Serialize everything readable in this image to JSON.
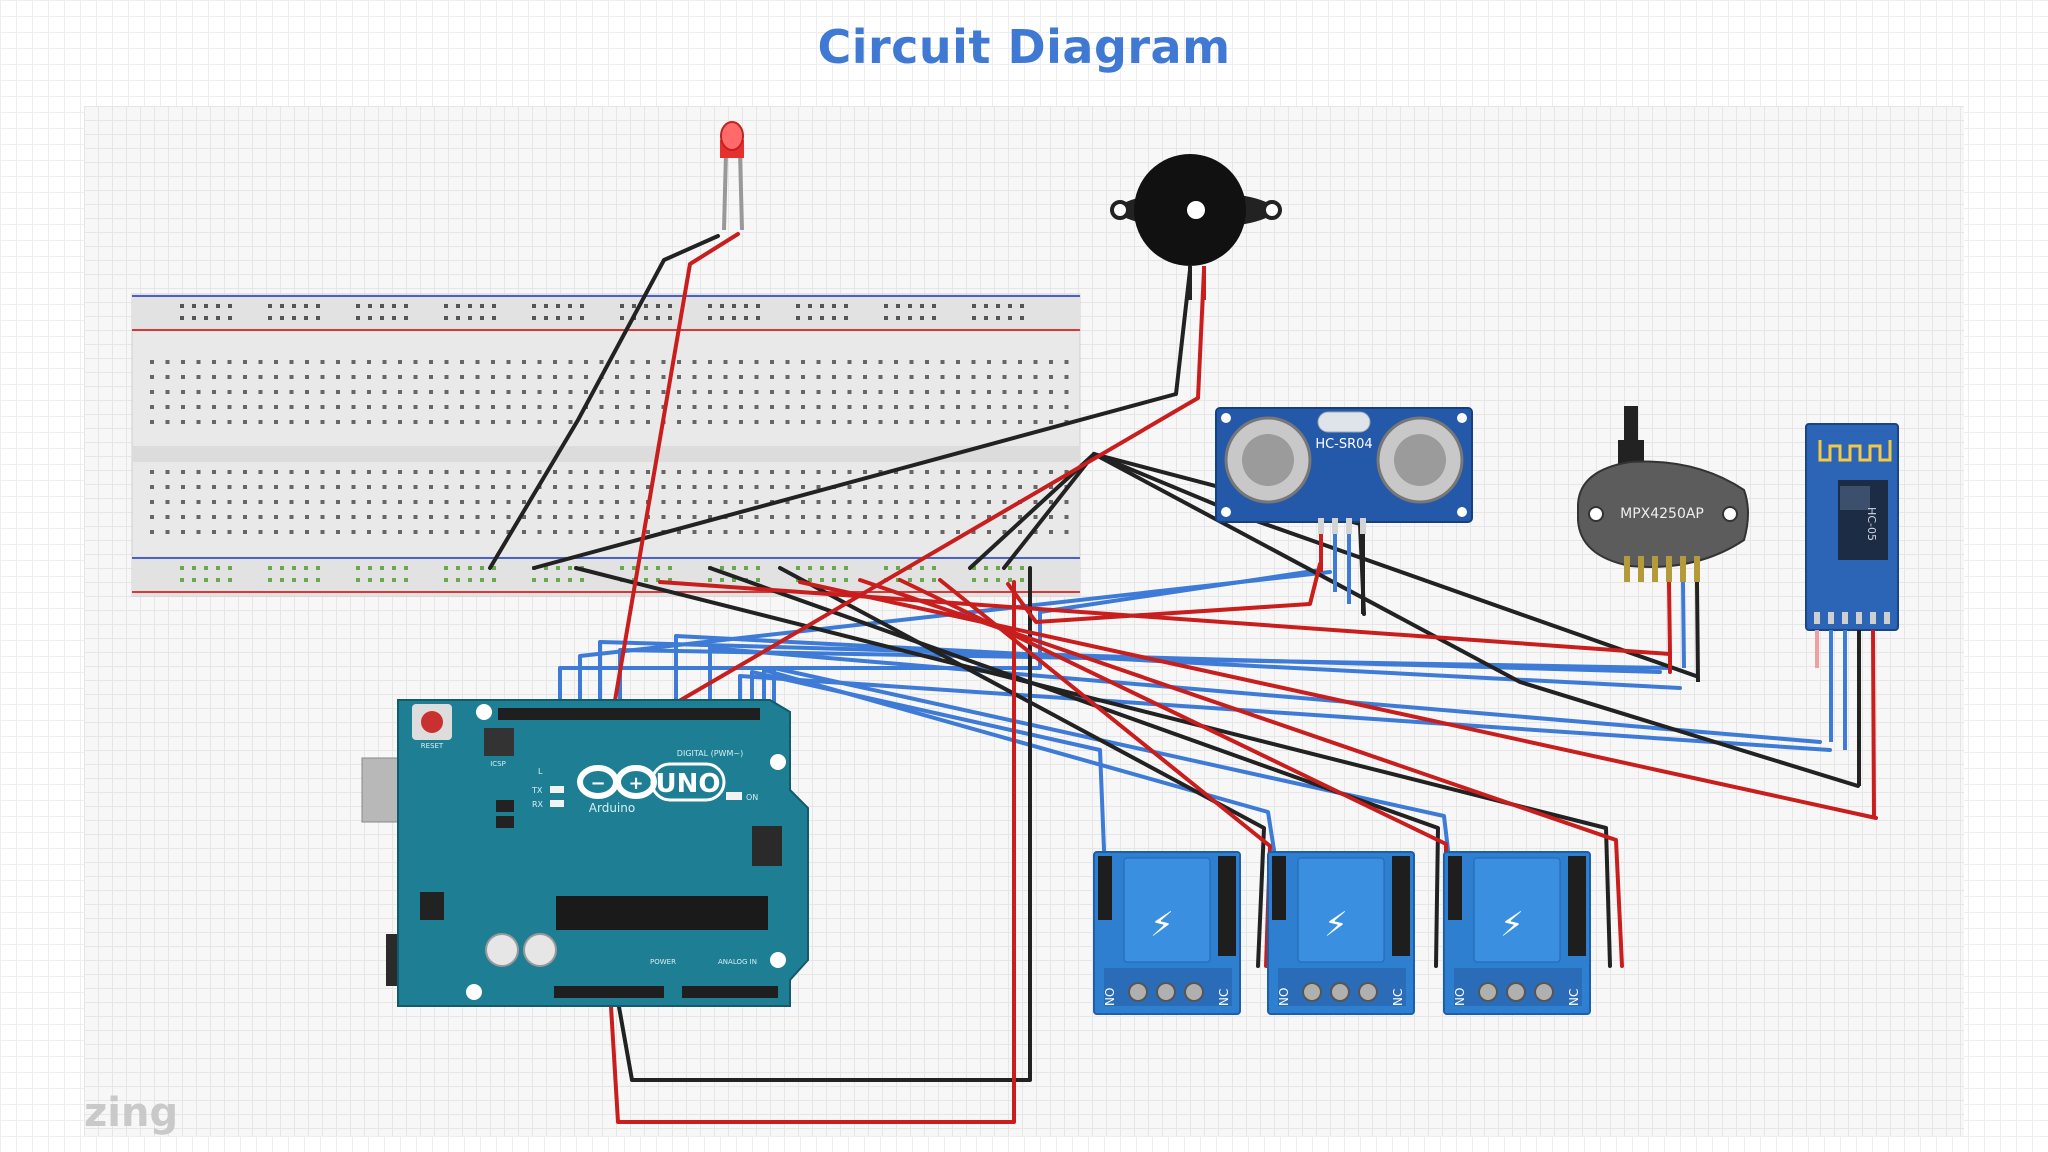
{
  "header": {
    "title": "Circuit Diagram"
  },
  "watermark": "zing",
  "arduino": {
    "logo": "UNO",
    "brand": "Arduino",
    "reset": "RESET",
    "icsp": "ICSP",
    "digital": "DIGITAL (PWM~)",
    "power": "POWER",
    "analog": "ANALOG IN",
    "led_l": "L",
    "led_tx": "TX",
    "led_rx": "RX",
    "led_on": "ON"
  },
  "ultrasonic": {
    "label": "HC-SR04"
  },
  "pressure": {
    "label": "MPX4250AP"
  },
  "bluetooth": {
    "label": "HC-05"
  },
  "relays": [
    {
      "no": "NO",
      "nc": "NC"
    },
    {
      "no": "NO",
      "nc": "NC"
    },
    {
      "no": "NO",
      "nc": "NC"
    }
  ],
  "colors": {
    "title": "#3f79d3",
    "wire_red": "#c81e1e",
    "wire_black": "#222222",
    "wire_blue": "#3d7bd6",
    "board": "#1e7f94",
    "relay": "#2f7fd1"
  }
}
